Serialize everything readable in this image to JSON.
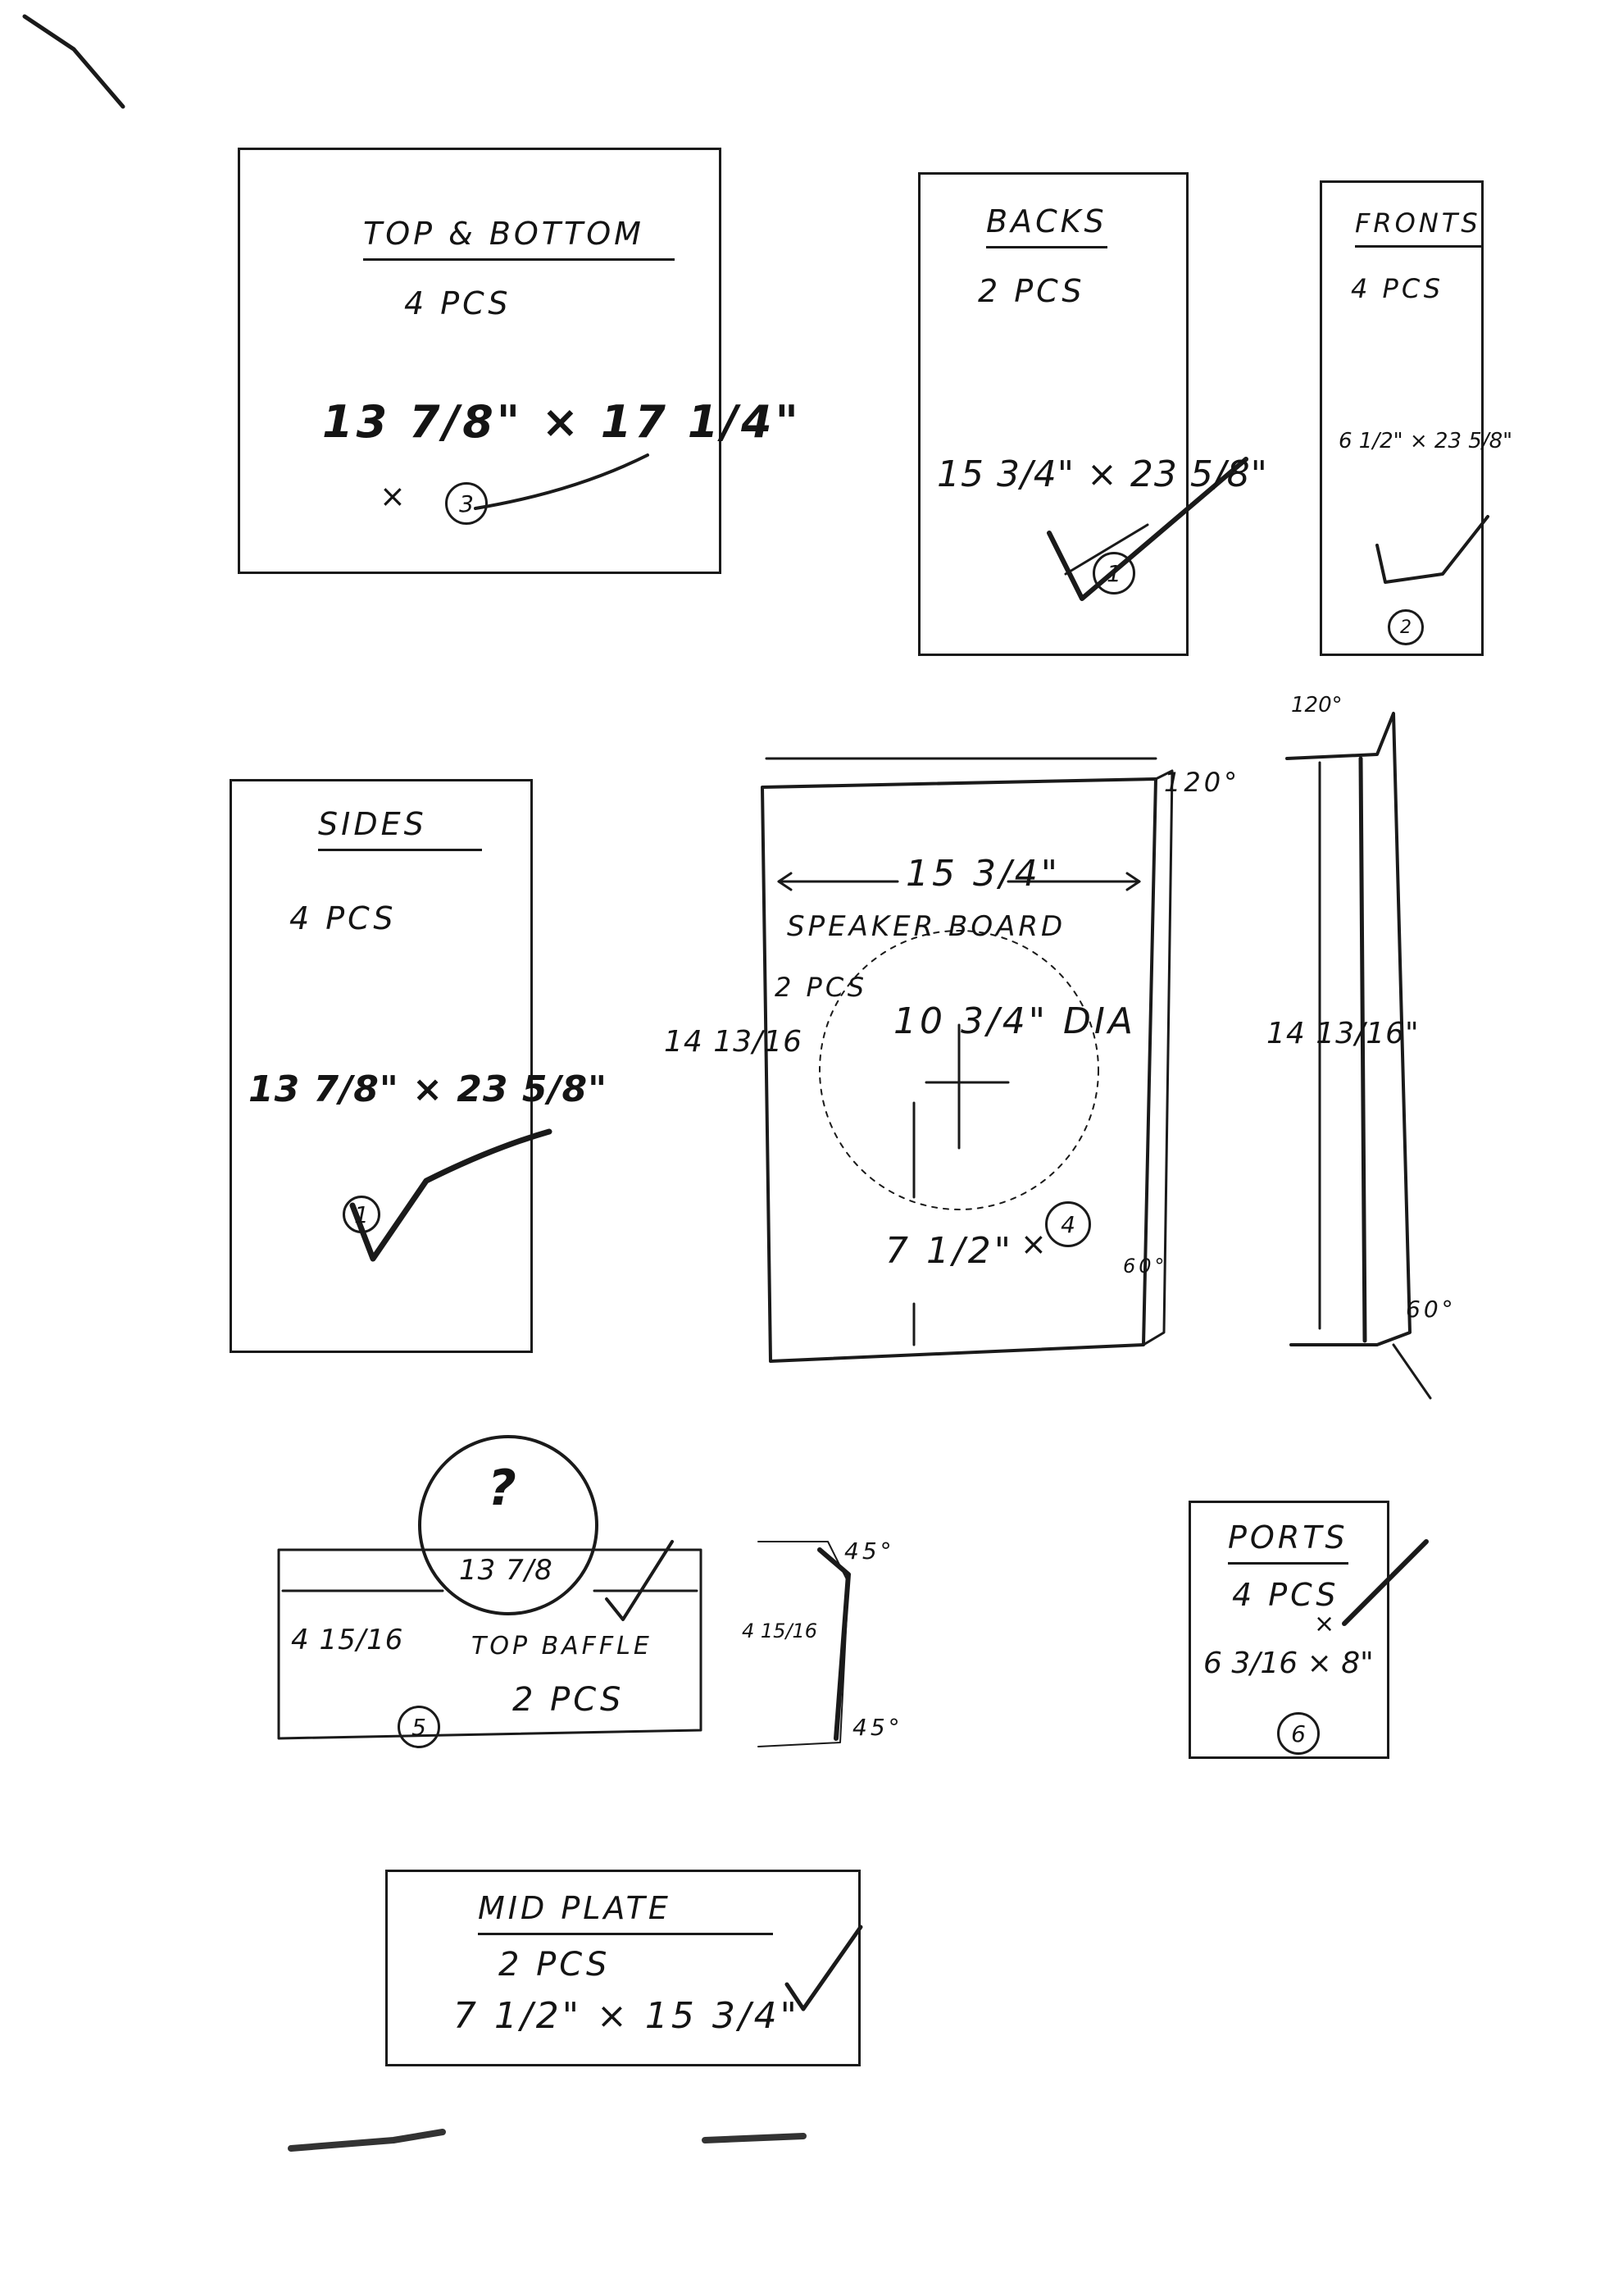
{
  "panels": {
    "top_bottom": {
      "title": "TOP & BOTTOM",
      "qty": "4 PCS",
      "dim": "13 7/8\" × 17 1/4\"",
      "mark": "×",
      "num": "3"
    },
    "backs": {
      "title": "BACKS",
      "qty": "2 PCS",
      "dim": "15 3/4\" × 23 5/8\"",
      "num": "1"
    },
    "fronts": {
      "title": "FRONTS",
      "qty": "4 PCS",
      "dim": "6 1/2\" × 23 5/8\"",
      "num": "2"
    },
    "sides": {
      "title": "SIDES",
      "qty": "4 PCS",
      "dim": "13 7/8\" × 23 5/8\"",
      "num": "1"
    },
    "speaker_board": {
      "title": "SPEAKER BOARD",
      "qty": "2 PCS",
      "width": "15 3/4\"",
      "height": "14 13/16",
      "hole": "10 3/4\" DIA",
      "center": "7 1/2\"",
      "angle_top": "120°",
      "angle_bottom": "60°",
      "mark": "×",
      "num": "4"
    },
    "speaker_side": {
      "angle_top": "120°",
      "height": "14 13/16\"",
      "angle_bottom": "60°"
    },
    "top_baffle": {
      "title": "TOP BAFFLE",
      "qty": "2 PCS",
      "height": "4 15/16",
      "width": "13 7/8",
      "question": "?",
      "num": "5"
    },
    "baffle_side": {
      "height": "4 15/16",
      "angle_top": "45°",
      "angle_bottom": "45°"
    },
    "ports": {
      "title": "PORTS",
      "qty": "4 PCS",
      "dim": "6 3/16 × 8\"",
      "mark": "×",
      "num": "6"
    },
    "mid_plate": {
      "title": "MID PLATE",
      "qty": "2 PCS",
      "dim": "7 1/2\" × 15 3/4\""
    }
  }
}
